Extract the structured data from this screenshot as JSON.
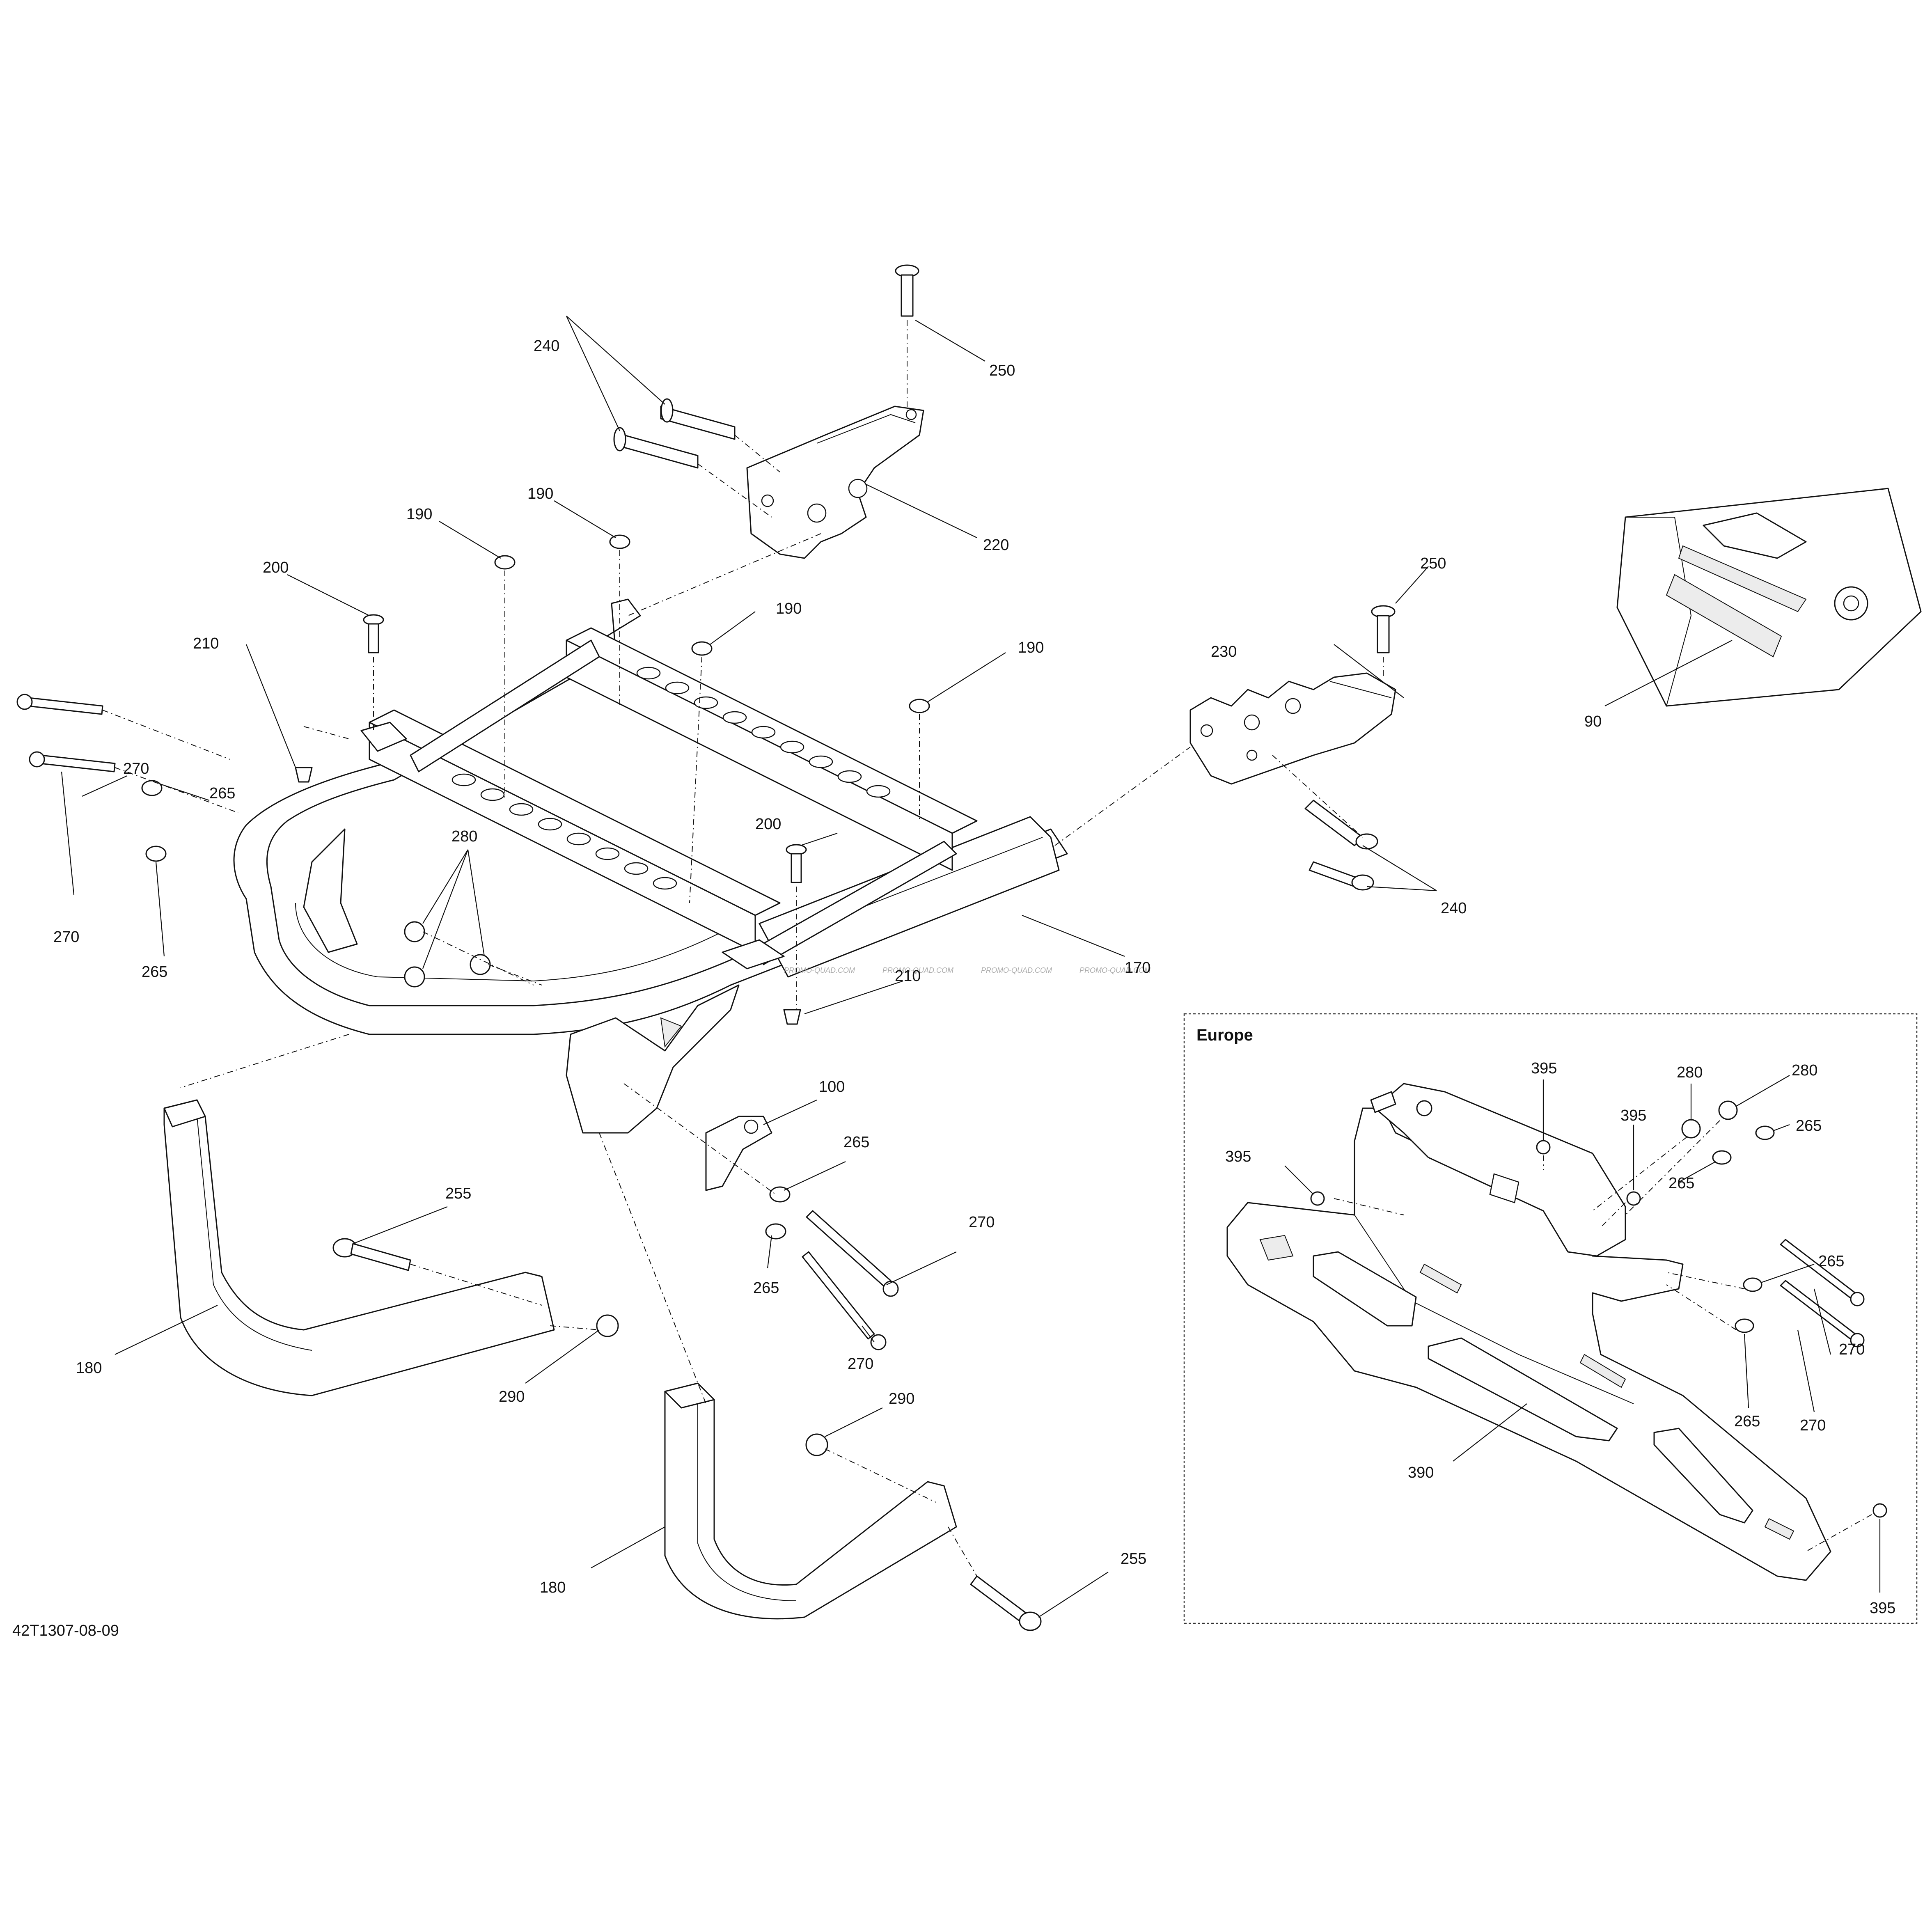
{
  "diagram": {
    "reference_code": "42T1307-08-09",
    "inset_title": "Europe",
    "watermark": "PROMO-QUAD.COM",
    "callouts": [
      {
        "id": "c240a",
        "text": "240"
      },
      {
        "id": "c250a",
        "text": "250"
      },
      {
        "id": "c220",
        "text": "220"
      },
      {
        "id": "c190a",
        "text": "190"
      },
      {
        "id": "c190b",
        "text": "190"
      },
      {
        "id": "c190c",
        "text": "190"
      },
      {
        "id": "c190d",
        "text": "190"
      },
      {
        "id": "c200a",
        "text": "200"
      },
      {
        "id": "c200b",
        "text": "200"
      },
      {
        "id": "c210a",
        "text": "210"
      },
      {
        "id": "c210b",
        "text": "210"
      },
      {
        "id": "c270a",
        "text": "270"
      },
      {
        "id": "c270b",
        "text": "270"
      },
      {
        "id": "c265a",
        "text": "265"
      },
      {
        "id": "c265b",
        "text": "265"
      },
      {
        "id": "c280",
        "text": "280"
      },
      {
        "id": "c170",
        "text": "170"
      },
      {
        "id": "c250b",
        "text": "250"
      },
      {
        "id": "c230",
        "text": "230"
      },
      {
        "id": "c240b",
        "text": "240"
      },
      {
        "id": "c90",
        "text": "90"
      },
      {
        "id": "c100",
        "text": "100"
      },
      {
        "id": "c265c",
        "text": "265"
      },
      {
        "id": "c265d",
        "text": "265"
      },
      {
        "id": "c270c",
        "text": "270"
      },
      {
        "id": "c270d",
        "text": "270"
      },
      {
        "id": "c255a",
        "text": "255"
      },
      {
        "id": "c180a",
        "text": "180"
      },
      {
        "id": "c290a",
        "text": "290"
      },
      {
        "id": "c290b",
        "text": "290"
      },
      {
        "id": "c180b",
        "text": "180"
      },
      {
        "id": "c255b",
        "text": "255"
      },
      {
        "id": "e395a",
        "text": "395"
      },
      {
        "id": "e395b",
        "text": "395"
      },
      {
        "id": "e395c",
        "text": "395"
      },
      {
        "id": "e395d",
        "text": "395"
      },
      {
        "id": "e280a",
        "text": "280"
      },
      {
        "id": "e280b",
        "text": "280"
      },
      {
        "id": "e265a",
        "text": "265"
      },
      {
        "id": "e265b",
        "text": "265"
      },
      {
        "id": "e265c",
        "text": "265"
      },
      {
        "id": "e265d",
        "text": "265"
      },
      {
        "id": "e270a",
        "text": "270"
      },
      {
        "id": "e270b",
        "text": "270"
      },
      {
        "id": "e390",
        "text": "390"
      }
    ]
  }
}
